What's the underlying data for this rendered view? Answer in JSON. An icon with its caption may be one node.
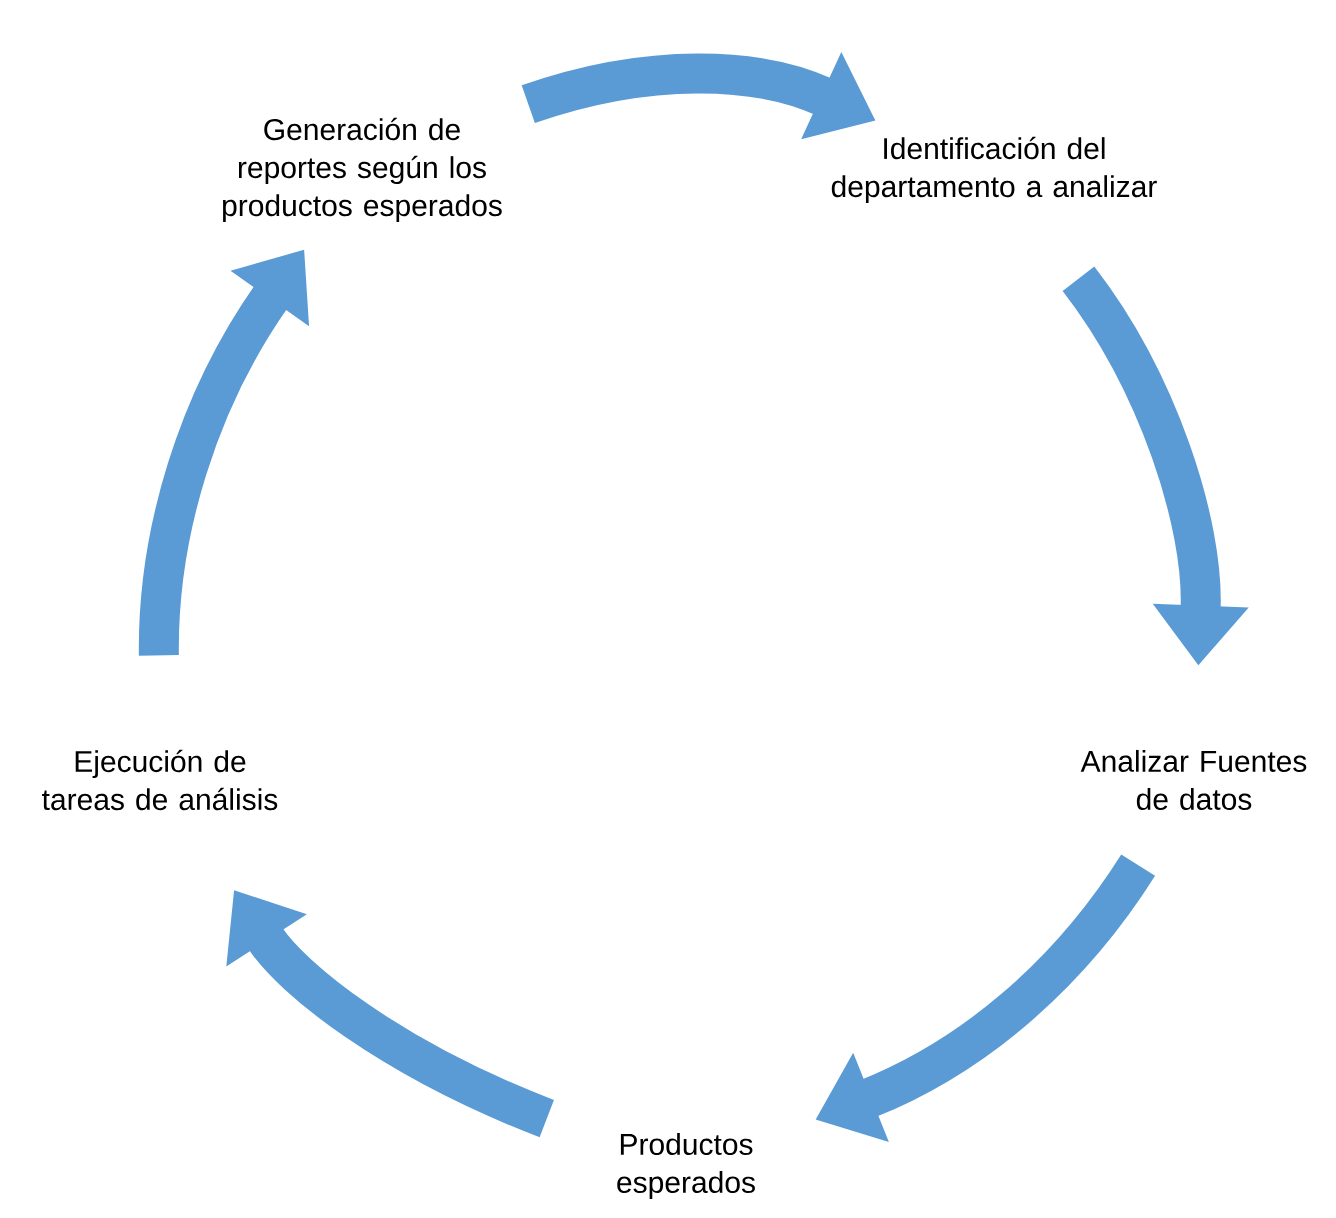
{
  "diagram": {
    "nodes": [
      {
        "text": [
          "Generación de reportes según los productos esperados"
        ]
      },
      {
        "text": [
          "Identificación del departamento a analizar"
        ]
      },
      {
        "text": [
          "Analizar Fuentes de datos"
        ]
      },
      {
        "text": [
          "Productos esperados"
        ]
      },
      {
        "text": [
          "Ejecución de tareas de análisis"
        ]
      }
    ],
    "edges": [
      {
        "from": 0,
        "to": 1,
        "arrow": "to"
      },
      {
        "from": 1,
        "to": 2,
        "arrow": "to"
      },
      {
        "from": 2,
        "to": 3,
        "arrow": "to"
      },
      {
        "from": 3,
        "to": 4,
        "arrow": "to"
      },
      {
        "from": 4,
        "to": 0,
        "arrow": "to"
      }
    ]
  }
}
